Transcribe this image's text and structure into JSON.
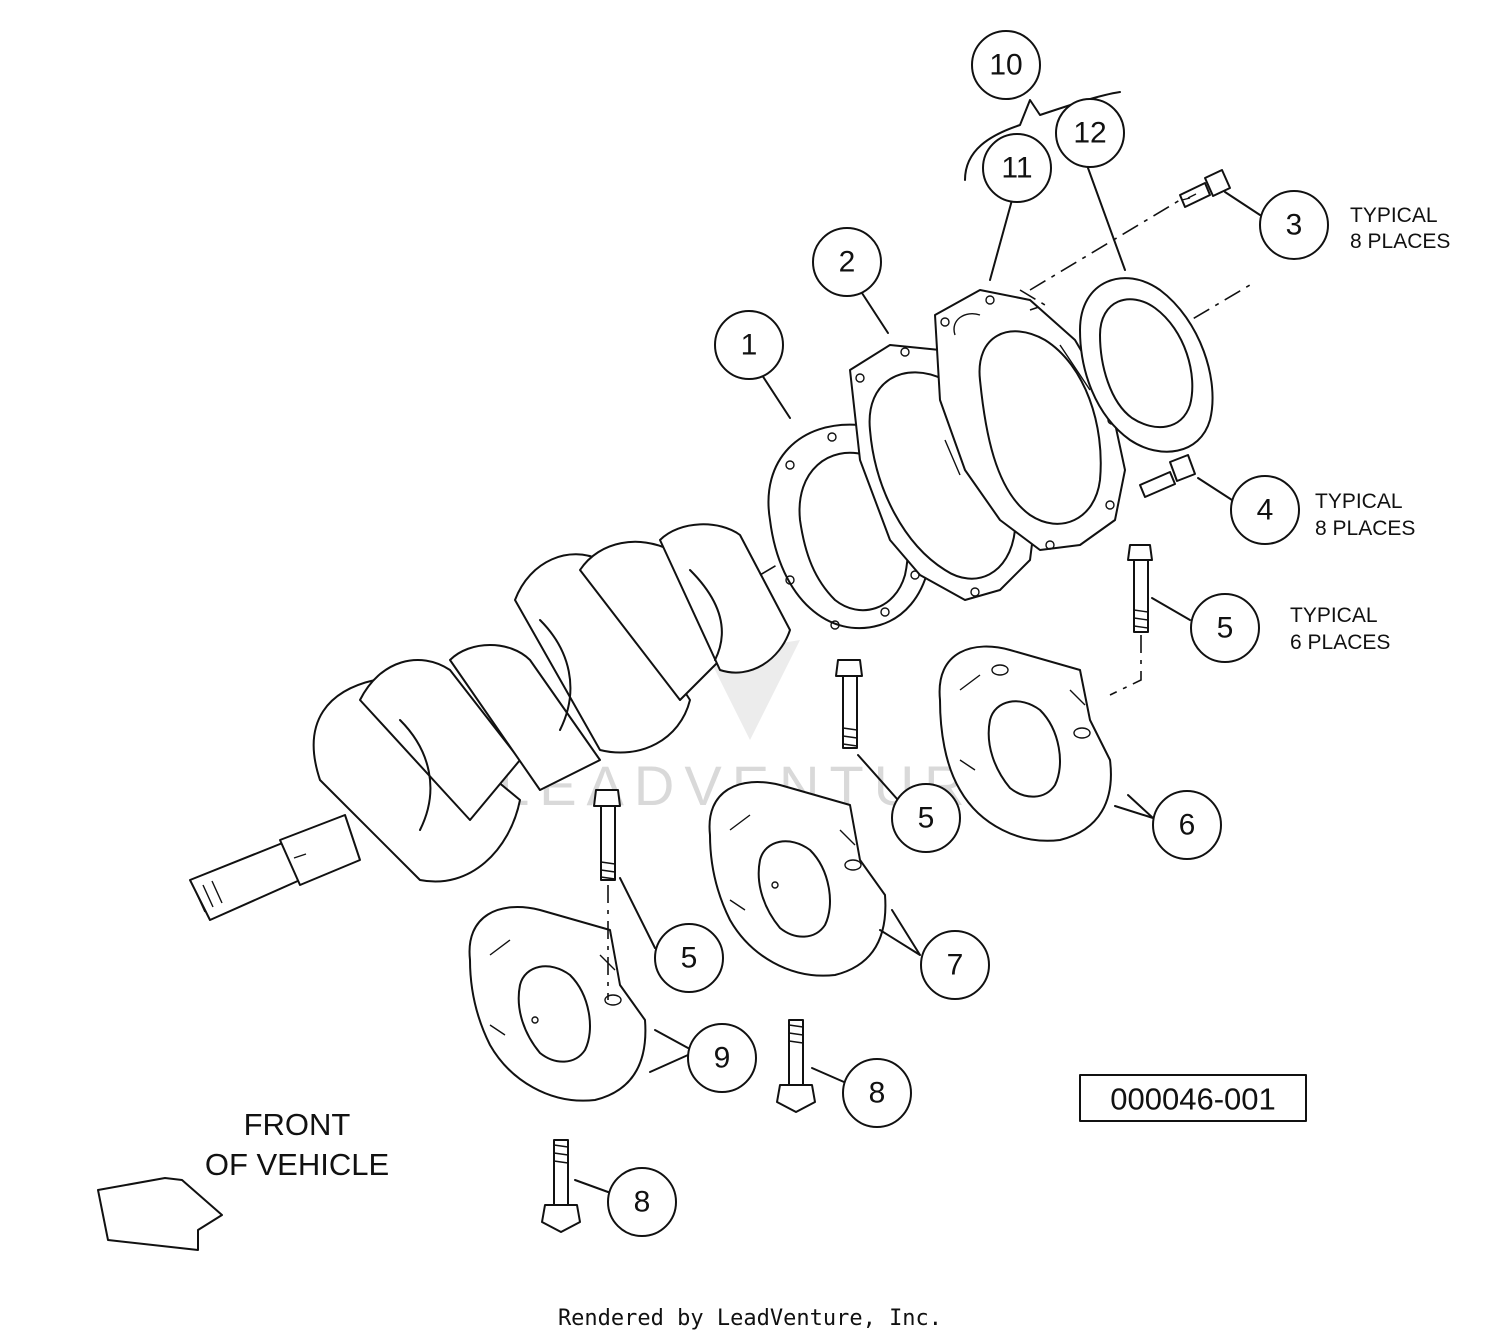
{
  "diagram": {
    "callouts": [
      "1",
      "2",
      "3",
      "4",
      "5",
      "6",
      "7",
      "8",
      "9",
      "10",
      "11",
      "12"
    ],
    "notes": {
      "bolt_3": [
        "TYPICAL",
        "8 PLACES"
      ],
      "bolt_4": [
        "TYPICAL",
        "8 PLACES"
      ],
      "bolt_5": [
        "TYPICAL",
        "6 PLACES"
      ]
    },
    "front_label": [
      "FRONT",
      "OF VEHICLE"
    ],
    "drawing_number": "000046-001",
    "watermark": "LEADVENTURE"
  },
  "footer": "Rendered by LeadVenture, Inc."
}
